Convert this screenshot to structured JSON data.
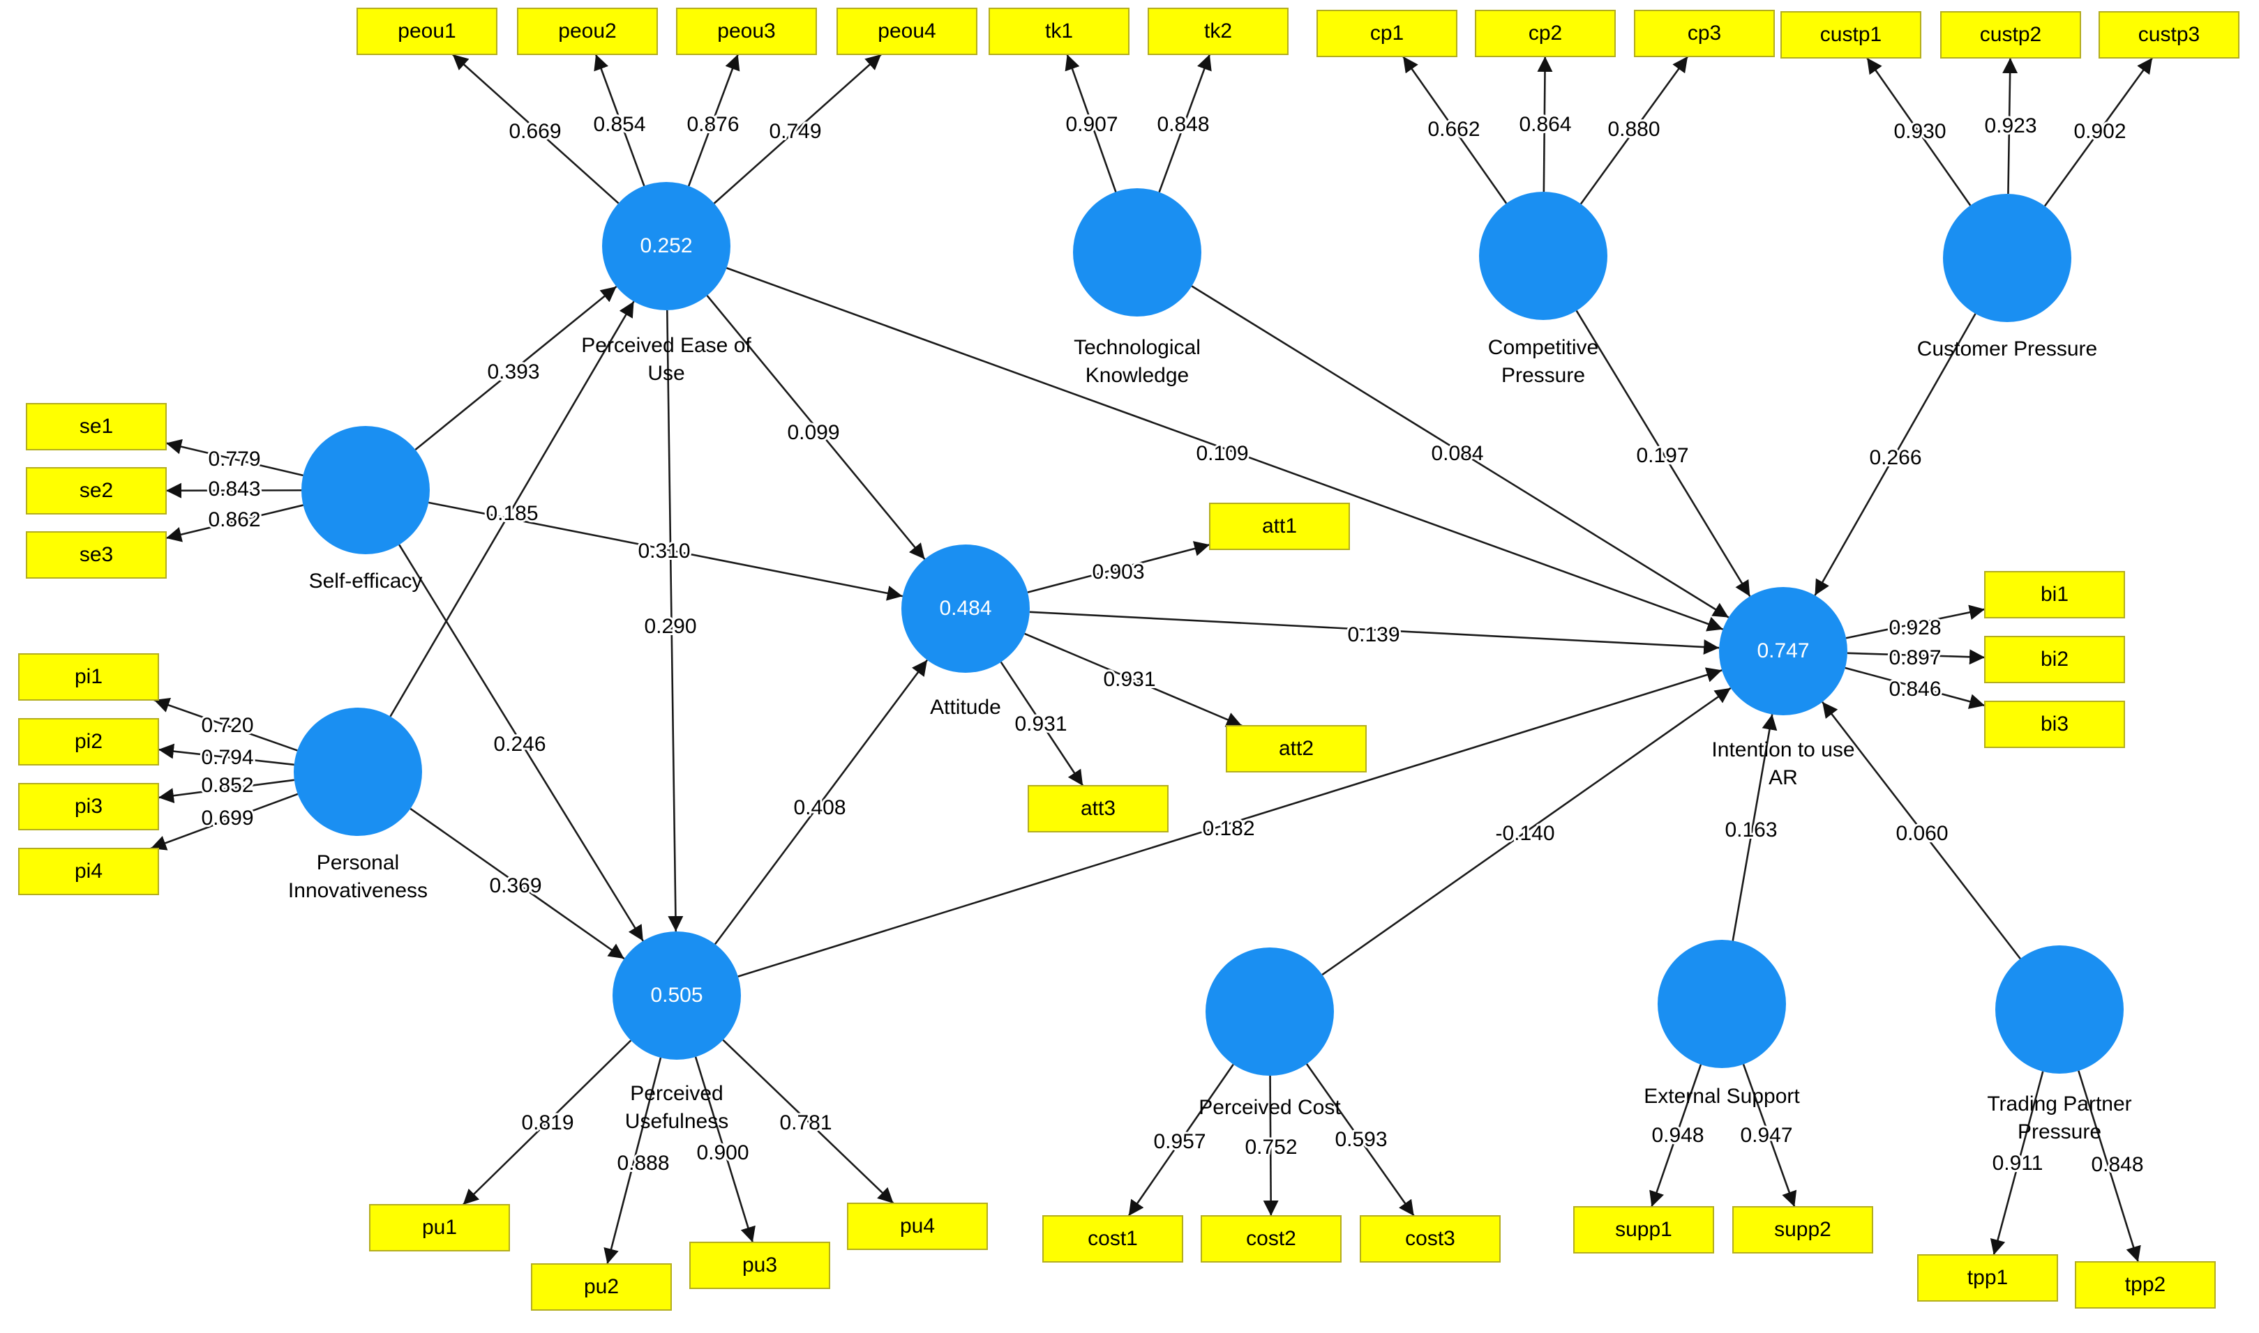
{
  "diagram": {
    "colors": {
      "construct": "#1a8ff2",
      "indicator": "#ffff00",
      "indicator_border": "#b3ad1f",
      "line": "#1a1a1a"
    },
    "constructs": [
      {
        "id": "peou",
        "label": "Perceived Ease of Use",
        "r2": "0.252"
      },
      {
        "id": "tk",
        "label": "Technological Knowledge",
        "r2": ""
      },
      {
        "id": "cp",
        "label": "Competitive Pressure",
        "r2": ""
      },
      {
        "id": "cust",
        "label": "Customer Pressure",
        "r2": ""
      },
      {
        "id": "se",
        "label": "Self-efficacy",
        "r2": ""
      },
      {
        "id": "pi",
        "label": "Personal Innovativeness",
        "r2": ""
      },
      {
        "id": "att",
        "label": "Attitude",
        "r2": "0.484"
      },
      {
        "id": "ar",
        "label": "Intention to use AR",
        "r2": "0.747"
      },
      {
        "id": "pu",
        "label": "Perceived Usefulness",
        "r2": "0.505"
      },
      {
        "id": "cost",
        "label": "Perceived Cost",
        "r2": ""
      },
      {
        "id": "supp",
        "label": "External Support",
        "r2": ""
      },
      {
        "id": "tpp",
        "label": "Trading Partner Pressure",
        "r2": ""
      }
    ],
    "indicators": [
      {
        "id": "peou1",
        "label": "peou1",
        "construct": "peou",
        "loading": "0.669"
      },
      {
        "id": "peou2",
        "label": "peou2",
        "construct": "peou",
        "loading": "0.854"
      },
      {
        "id": "peou3",
        "label": "peou3",
        "construct": "peou",
        "loading": "0.876"
      },
      {
        "id": "peou4",
        "label": "peou4",
        "construct": "peou",
        "loading": "0.749"
      },
      {
        "id": "tk1",
        "label": "tk1",
        "construct": "tk",
        "loading": "0.907"
      },
      {
        "id": "tk2",
        "label": "tk2",
        "construct": "tk",
        "loading": "0.848"
      },
      {
        "id": "cp1",
        "label": "cp1",
        "construct": "cp",
        "loading": "0.662"
      },
      {
        "id": "cp2",
        "label": "cp2",
        "construct": "cp",
        "loading": "0.864"
      },
      {
        "id": "cp3",
        "label": "cp3",
        "construct": "cp",
        "loading": "0.880"
      },
      {
        "id": "custp1",
        "label": "custp1",
        "construct": "cust",
        "loading": "0.930"
      },
      {
        "id": "custp2",
        "label": "custp2",
        "construct": "cust",
        "loading": "0.923"
      },
      {
        "id": "custp3",
        "label": "custp3",
        "construct": "cust",
        "loading": "0.902"
      },
      {
        "id": "se1",
        "label": "se1",
        "construct": "se",
        "loading": "0.779"
      },
      {
        "id": "se2",
        "label": "se2",
        "construct": "se",
        "loading": "0.843"
      },
      {
        "id": "se3",
        "label": "se3",
        "construct": "se",
        "loading": "0.862"
      },
      {
        "id": "pi1",
        "label": "pi1",
        "construct": "pi",
        "loading": "0.720"
      },
      {
        "id": "pi2",
        "label": "pi2",
        "construct": "pi",
        "loading": "0.794"
      },
      {
        "id": "pi3",
        "label": "pi3",
        "construct": "pi",
        "loading": "0.852"
      },
      {
        "id": "pi4",
        "label": "pi4",
        "construct": "pi",
        "loading": "0.699"
      },
      {
        "id": "att1",
        "label": "att1",
        "construct": "att",
        "loading": "0.903"
      },
      {
        "id": "att2",
        "label": "att2",
        "construct": "att",
        "loading": "0.931"
      },
      {
        "id": "att3",
        "label": "att3",
        "construct": "att",
        "loading": "0.931"
      },
      {
        "id": "bi1",
        "label": "bi1",
        "construct": "ar",
        "loading": "0.928"
      },
      {
        "id": "bi2",
        "label": "bi2",
        "construct": "ar",
        "loading": "0.897"
      },
      {
        "id": "bi3",
        "label": "bi3",
        "construct": "ar",
        "loading": "0.846"
      },
      {
        "id": "pu1",
        "label": "pu1",
        "construct": "pu",
        "loading": "0.819"
      },
      {
        "id": "pu2",
        "label": "pu2",
        "construct": "pu",
        "loading": "0.888"
      },
      {
        "id": "pu3",
        "label": "pu3",
        "construct": "pu",
        "loading": "0.900"
      },
      {
        "id": "pu4",
        "label": "pu4",
        "construct": "pu",
        "loading": "0.781"
      },
      {
        "id": "cost1",
        "label": "cost1",
        "construct": "cost",
        "loading": "0.957"
      },
      {
        "id": "cost2",
        "label": "cost2",
        "construct": "cost",
        "loading": "0.752"
      },
      {
        "id": "cost3",
        "label": "cost3",
        "construct": "cost",
        "loading": "0.593"
      },
      {
        "id": "supp1",
        "label": "supp1",
        "construct": "supp",
        "loading": "0.948"
      },
      {
        "id": "supp2",
        "label": "supp2",
        "construct": "supp",
        "loading": "0.947"
      },
      {
        "id": "tpp1",
        "label": "tpp1",
        "construct": "tpp",
        "loading": "0.911"
      },
      {
        "id": "tpp2",
        "label": "tpp2",
        "construct": "tpp",
        "loading": "0.848"
      }
    ],
    "paths": [
      {
        "from": "se",
        "to": "peou",
        "coef": "0.393"
      },
      {
        "from": "pi",
        "to": "peou",
        "coef": "0.185"
      },
      {
        "from": "se",
        "to": "att",
        "coef": "0.310"
      },
      {
        "from": "se",
        "to": "pu",
        "coef": "0.246"
      },
      {
        "from": "pi",
        "to": "pu",
        "coef": "0.369"
      },
      {
        "from": "peou",
        "to": "att",
        "coef": "0.099"
      },
      {
        "from": "peou",
        "to": "pu",
        "coef": "0.290"
      },
      {
        "from": "peou",
        "to": "ar",
        "coef": "0.109"
      },
      {
        "from": "pu",
        "to": "att",
        "coef": "0.408"
      },
      {
        "from": "pu",
        "to": "ar",
        "coef": "0.182"
      },
      {
        "from": "att",
        "to": "ar",
        "coef": "0.139"
      },
      {
        "from": "tk",
        "to": "ar",
        "coef": "0.084"
      },
      {
        "from": "cp",
        "to": "ar",
        "coef": "0.197"
      },
      {
        "from": "cust",
        "to": "ar",
        "coef": "0.266"
      },
      {
        "from": "cost",
        "to": "ar",
        "coef": "-0.140"
      },
      {
        "from": "supp",
        "to": "ar",
        "coef": "0.163"
      },
      {
        "from": "tpp",
        "to": "ar",
        "coef": "0.060"
      }
    ]
  }
}
